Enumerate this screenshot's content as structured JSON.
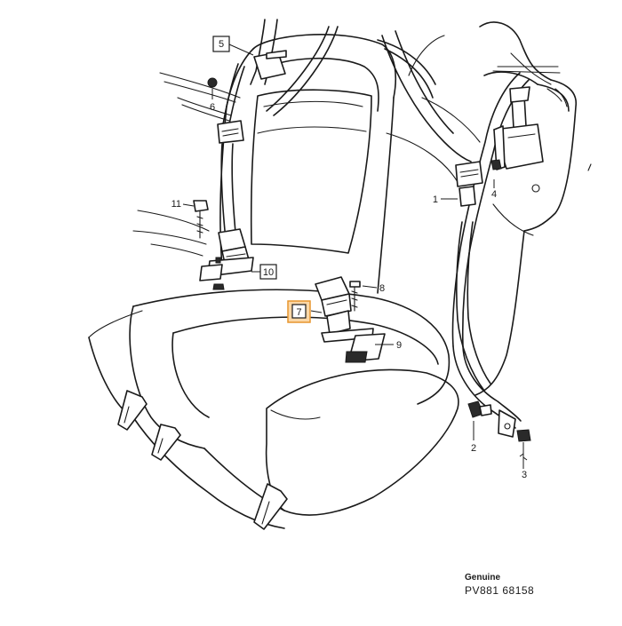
{
  "diagram": {
    "callouts": {
      "c1": "1",
      "c2": "2",
      "c3": "3",
      "c4": "4",
      "c5": "5",
      "c6": "6",
      "c7": "7",
      "c8": "8",
      "c9": "9",
      "c10": "10",
      "c11": "11"
    },
    "highlighted_callout": "7",
    "highlight_color": "#fbd7a6",
    "highlight_border_color": "#e7962f"
  },
  "footer": {
    "genuine": "Genuine",
    "code": "PV881 68158"
  }
}
